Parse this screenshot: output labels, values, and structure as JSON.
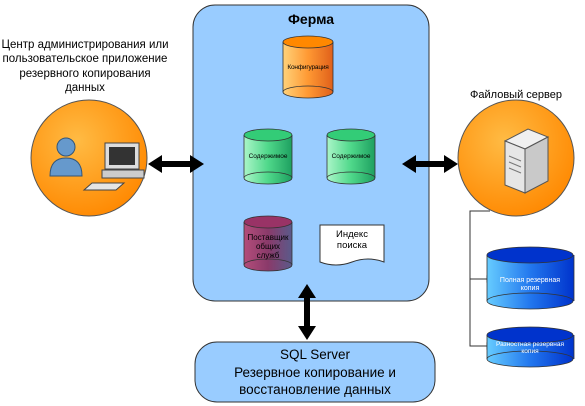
{
  "farm": {
    "title": "Ферма",
    "databases": {
      "config": "Конфигурация",
      "content1": "Содержимое",
      "content2": "Содержимое",
      "shared_services": "Поставщик общих служб",
      "search_index": "Индекс поиска"
    }
  },
  "admin": {
    "caption": "Центр администрирования или пользовательское приложение резервного копирования данных"
  },
  "file_server": {
    "caption": "Файловый сервер",
    "full_backup": "Полная резервная копия",
    "diff_backup": "Разностная резервная копия"
  },
  "sql": {
    "line1": "SQL Server",
    "line2": "Резервное копирование и восстановление данных"
  },
  "colors": {
    "farm_fill": "#99ccff",
    "orange": "#ff9900",
    "green": "#33cc77",
    "purple": "#993366",
    "blue": "#0033cc"
  }
}
